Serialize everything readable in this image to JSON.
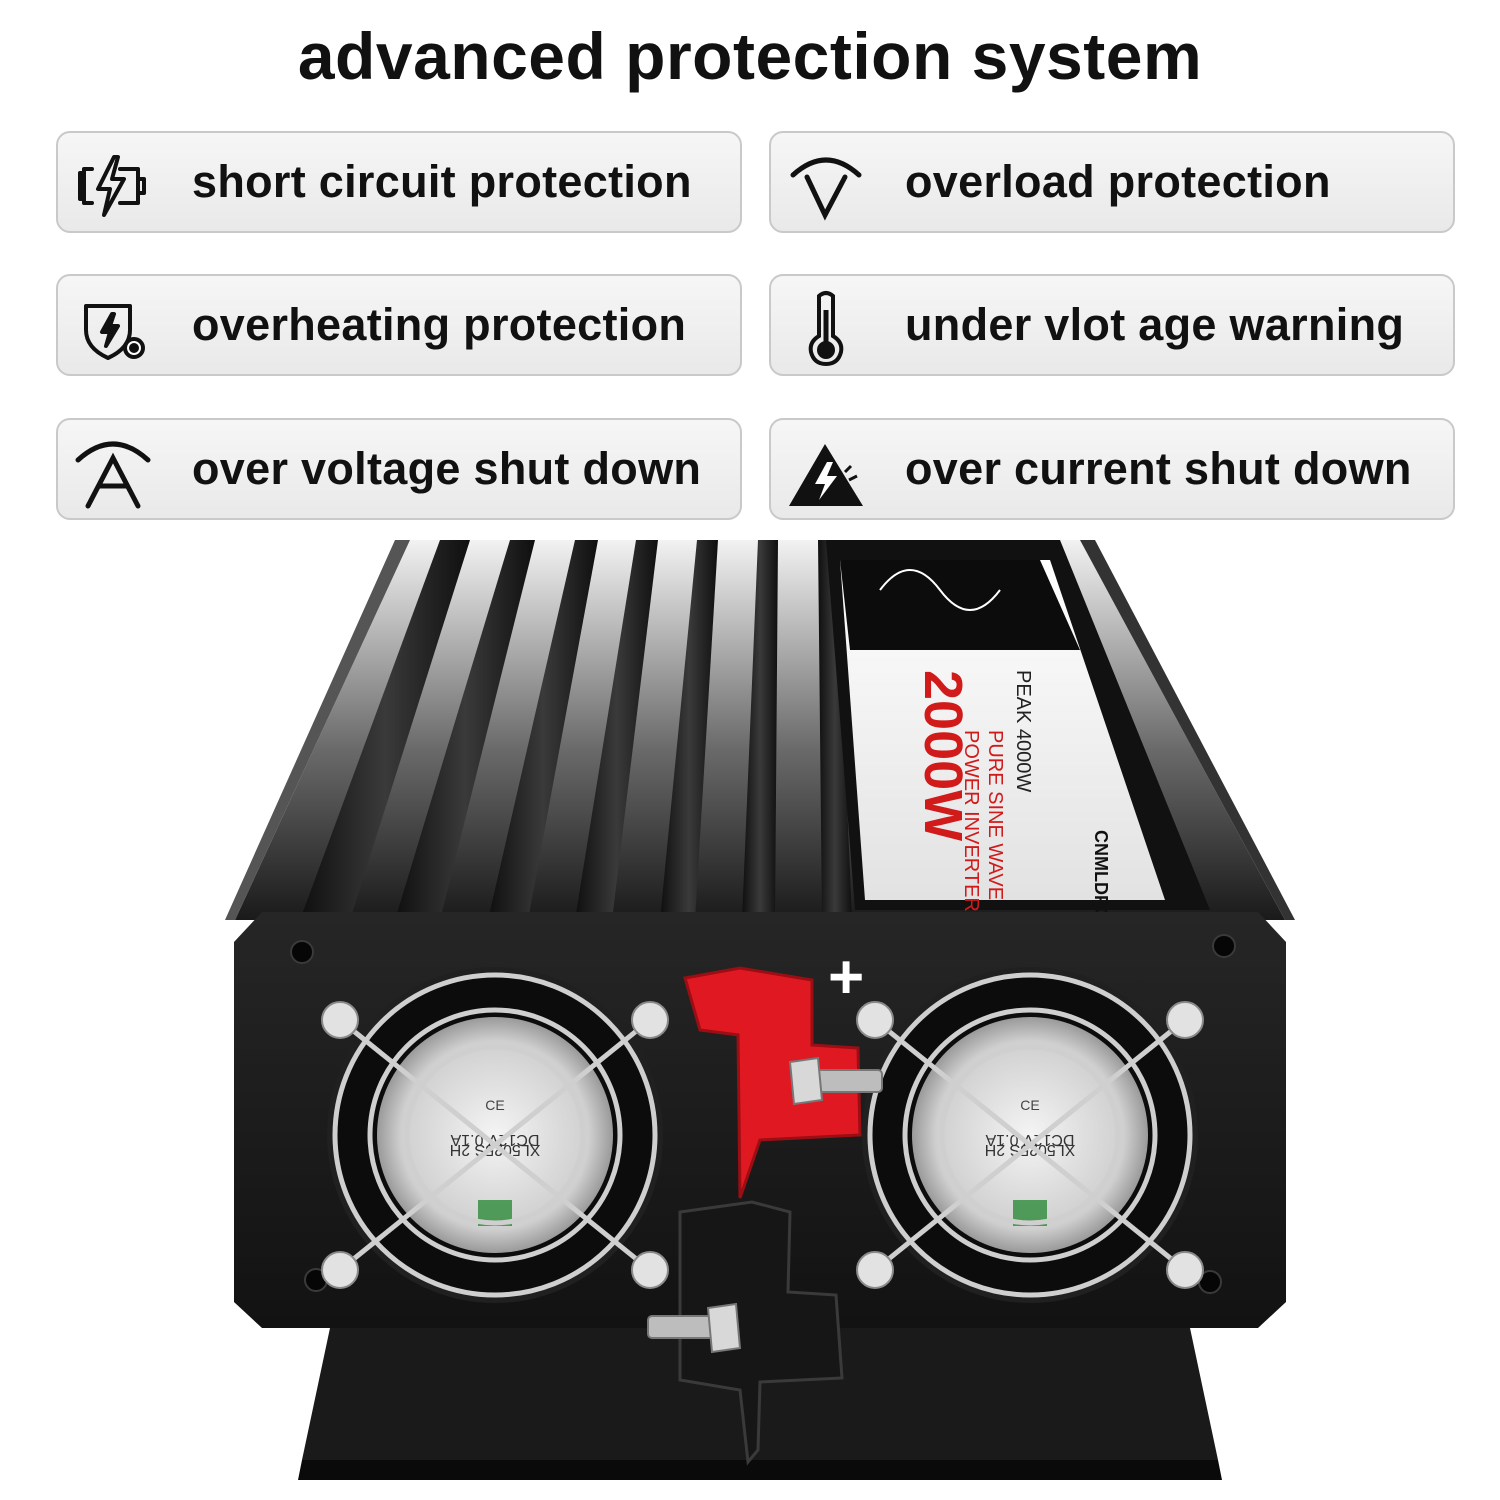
{
  "headline": "advanced protection system",
  "features": [
    {
      "label": "short circuit protection",
      "icon": "battery-bolt-icon"
    },
    {
      "label": "overload protection",
      "icon": "overload-gauge-icon"
    },
    {
      "label": "overheating protection",
      "icon": "shield-bolt-icon"
    },
    {
      "label": "under vlot age warning",
      "icon": "thermometer-icon"
    },
    {
      "label": "over voltage shut down",
      "icon": "voltage-arc-icon"
    },
    {
      "label": "over current shut down",
      "icon": "high-voltage-warning-icon"
    }
  ],
  "device": {
    "power_rating": "2000W",
    "line1": "POWER INVERTER",
    "line2": "PURE SINE WAVE",
    "peak": "PEAK  4000W",
    "brand": "CNMLDPOWER",
    "plus_symbol": "+",
    "fan_label": "XL5025S 2H",
    "fan_rating": "DC12V  0.1A",
    "fan_ce": "CE"
  },
  "colors": {
    "red_terminal": "#e01822",
    "black_terminal": "#161616",
    "label_red": "#d11a1a",
    "chassis": "#1c1c1c"
  }
}
